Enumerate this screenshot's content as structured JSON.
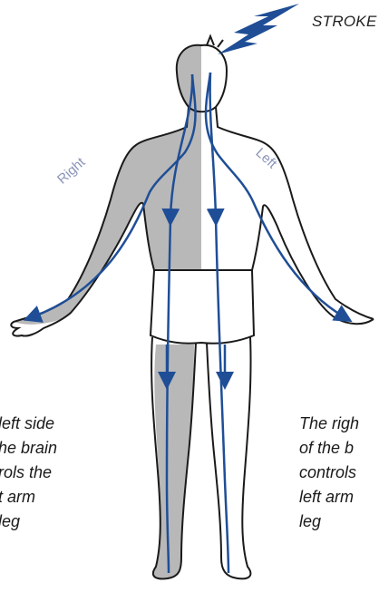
{
  "labels": {
    "stroke": "STROKE",
    "right": "Right",
    "left": "Left"
  },
  "captions": {
    "left_side": [
      " left side",
      "he brain",
      "rols the",
      "t arm",
      " leg"
    ],
    "right_side": [
      "The righ",
      "of the b",
      "controls",
      "left arm",
      "leg"
    ]
  },
  "colors": {
    "nerve_path": "#1f4e96",
    "shaded_side": "#b8b8b8",
    "outline": "#1a1a1a",
    "side_label": "#8a94b8"
  }
}
